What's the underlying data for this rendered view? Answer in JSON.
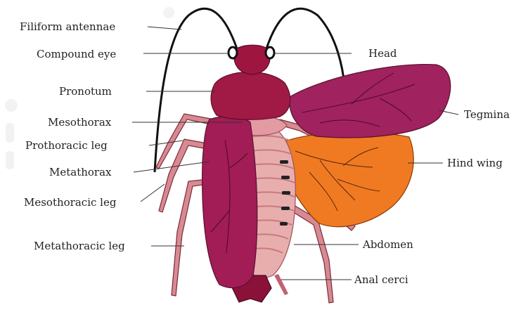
{
  "diagram": {
    "labels": {
      "filiform_antennae": "Filiform antennae",
      "compound_eye": "Compound eye",
      "pronotum": "Pronotum",
      "mesothorax": "Mesothorax",
      "prothoracic_leg": "Prothoracic leg",
      "metathorax": "Metathorax",
      "mesothoracic_leg": "Mesothoracic leg",
      "metathoracic_leg": "Metathoracic leg",
      "head": "Head",
      "tegmina": "Tegmina",
      "hind_wing": "Hind wing",
      "abdomen": "Abdomen",
      "anal_cerci": "Anal cerci"
    },
    "colors": {
      "head": "#9e1640",
      "pronotum": "#a01a45",
      "tegmina": "#a0225e",
      "tegmina_left": "#a21c55",
      "hind_wing": "#f07a22",
      "abdomen": "#e8aeae",
      "abdomen_stripe": "#c77a80",
      "legs": "#d88a92",
      "leader_lines": "#333333"
    }
  }
}
